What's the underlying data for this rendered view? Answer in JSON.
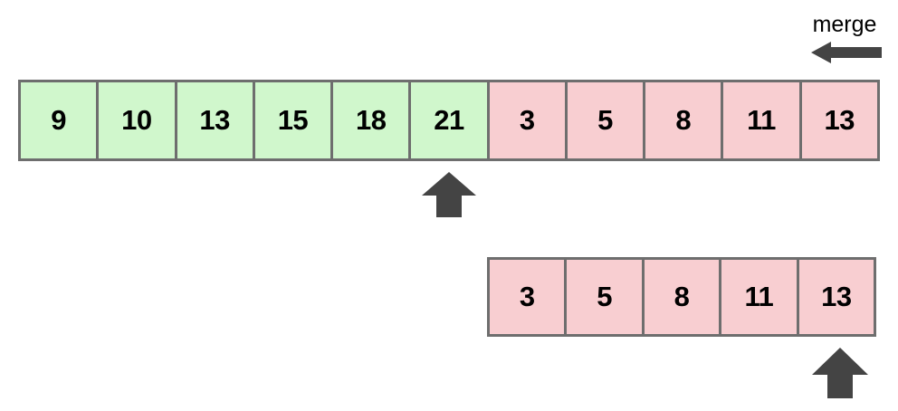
{
  "annotation": {
    "merge_label": "merge",
    "merge_arrow_icon": "arrow-left-icon",
    "top_pointer_icon": "arrow-up-icon",
    "bottom_pointer_icon": "arrow-up-icon"
  },
  "colors": {
    "green_fill": "#d0f7cc",
    "pink_fill": "#f8ced1",
    "border": "#6e6e6e",
    "arrow": "#444444",
    "text": "#000000",
    "background": "#ffffff"
  },
  "top_array": {
    "cells": [
      {
        "value": "9",
        "group": "green"
      },
      {
        "value": "10",
        "group": "green"
      },
      {
        "value": "13",
        "group": "green"
      },
      {
        "value": "15",
        "group": "green"
      },
      {
        "value": "18",
        "group": "green"
      },
      {
        "value": "21",
        "group": "green"
      },
      {
        "value": "3",
        "group": "pink"
      },
      {
        "value": "5",
        "group": "pink"
      },
      {
        "value": "8",
        "group": "pink"
      },
      {
        "value": "11",
        "group": "pink"
      },
      {
        "value": "13",
        "group": "pink"
      }
    ],
    "pointer_index": 5
  },
  "bottom_array": {
    "cells": [
      {
        "value": "3",
        "group": "pink"
      },
      {
        "value": "5",
        "group": "pink"
      },
      {
        "value": "8",
        "group": "pink"
      },
      {
        "value": "11",
        "group": "pink"
      },
      {
        "value": "13",
        "group": "pink"
      }
    ],
    "pointer_index": 4
  }
}
